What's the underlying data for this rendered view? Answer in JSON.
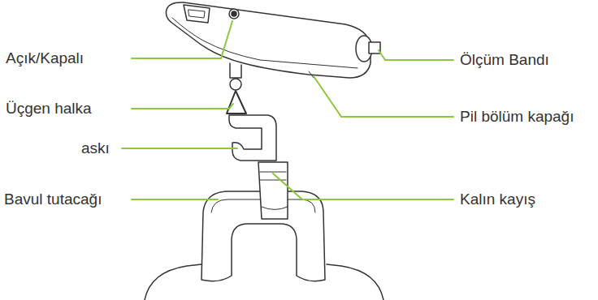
{
  "diagram": {
    "labels": [
      "Açık/Kapalı",
      "Üçgen halka",
      "askı",
      "Bavul tutacağı",
      "Ölçüm Bandı",
      "Pil bölüm kapağı",
      "Kalın kayış"
    ]
  }
}
